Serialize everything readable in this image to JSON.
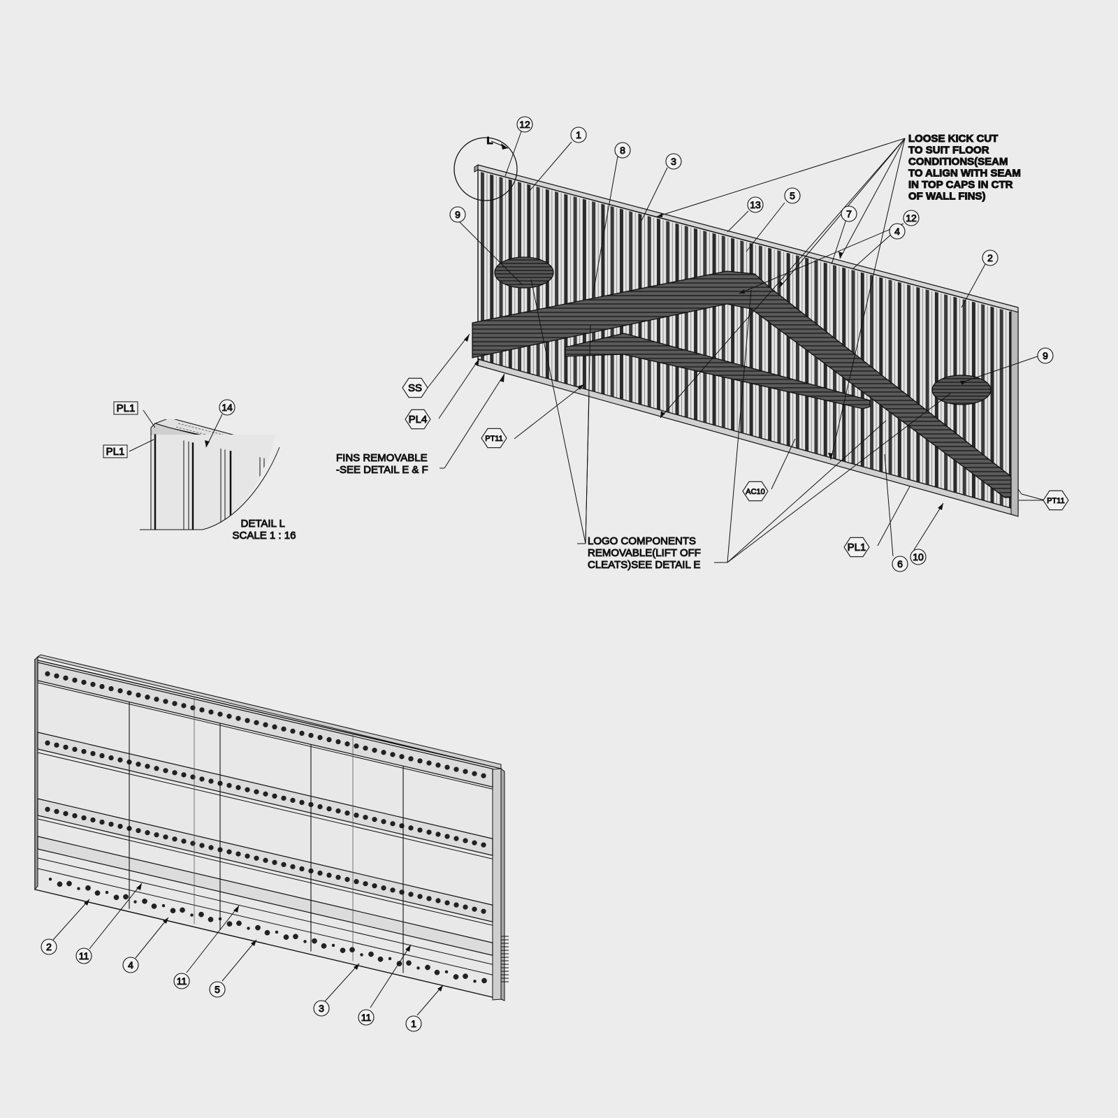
{
  "notes": {
    "kick_lines": [
      "LOOSE KICK CUT",
      "TO SUIT FLOOR",
      "CONDITIONS(SEAM",
      "TO ALIGN WITH SEAM",
      "IN TOP CAPS IN CTR",
      "OF WALL FINS)"
    ],
    "fins_lines": [
      "FINS REMOVABLE",
      "-SEE DETAIL E & F"
    ],
    "logo_lines": [
      "LOGO COMPONENTS",
      "REMOVABLE(LIFT OFF",
      "CLEATS)SEE DETAIL E"
    ],
    "detail_lines": [
      "DETAIL L",
      "SCALE 1 : 16"
    ],
    "section_marker": "L"
  },
  "front_balloons": [
    "12",
    "1",
    "8",
    "3",
    "9",
    "13",
    "5",
    "7",
    "4",
    "12",
    "2",
    "9",
    "6",
    "10"
  ],
  "front_tags": [
    "SS",
    "PL4",
    "PT11",
    "AC10",
    "PL1",
    "PT11"
  ],
  "detail_tags": [
    "PL1",
    "PL1"
  ],
  "detail_balloons": [
    "14"
  ],
  "rear_balloons": [
    "2",
    "11",
    "4",
    "11",
    "5",
    "3",
    "11",
    "1"
  ]
}
